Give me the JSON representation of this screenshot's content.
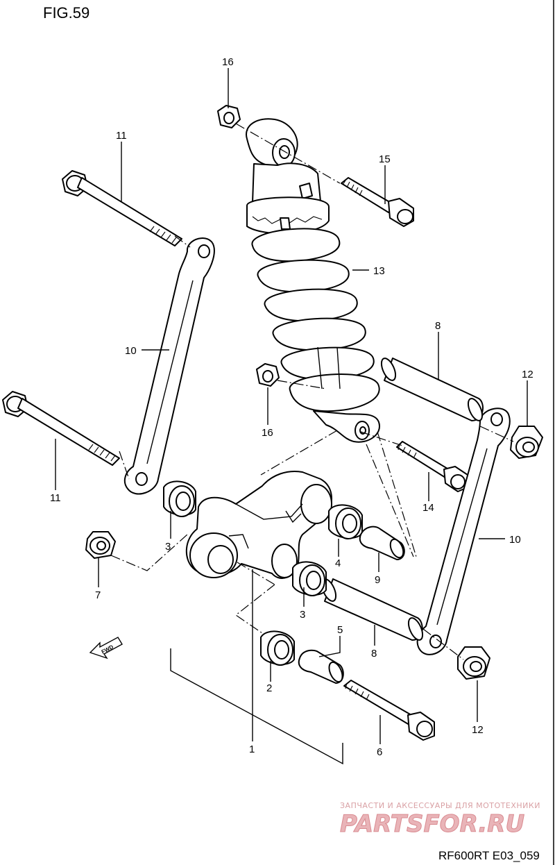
{
  "figure": {
    "title": "FIG.59",
    "code": "RF600RT E03_059"
  },
  "fwd_badge": {
    "text": "FWD"
  },
  "watermark": {
    "tagline": "ЗАПЧАСТИ И АКСЕССУАРЫ ДЛЯ МОТОТЕХНИКИ",
    "brand": "PARTSFOR.RU"
  },
  "callouts": {
    "c16a": "16",
    "c11a": "11",
    "c15": "15",
    "c13": "13",
    "c10a": "10",
    "c8a": "8",
    "c12a": "12",
    "c16b": "16",
    "c11b": "11",
    "c14": "14",
    "c3a": "3",
    "c10b": "10",
    "c7": "7",
    "c4": "4",
    "c9": "9",
    "c3b": "3",
    "c5": "5",
    "c8b": "8",
    "c2": "2",
    "c12b": "12",
    "c1": "1",
    "c6": "6"
  }
}
